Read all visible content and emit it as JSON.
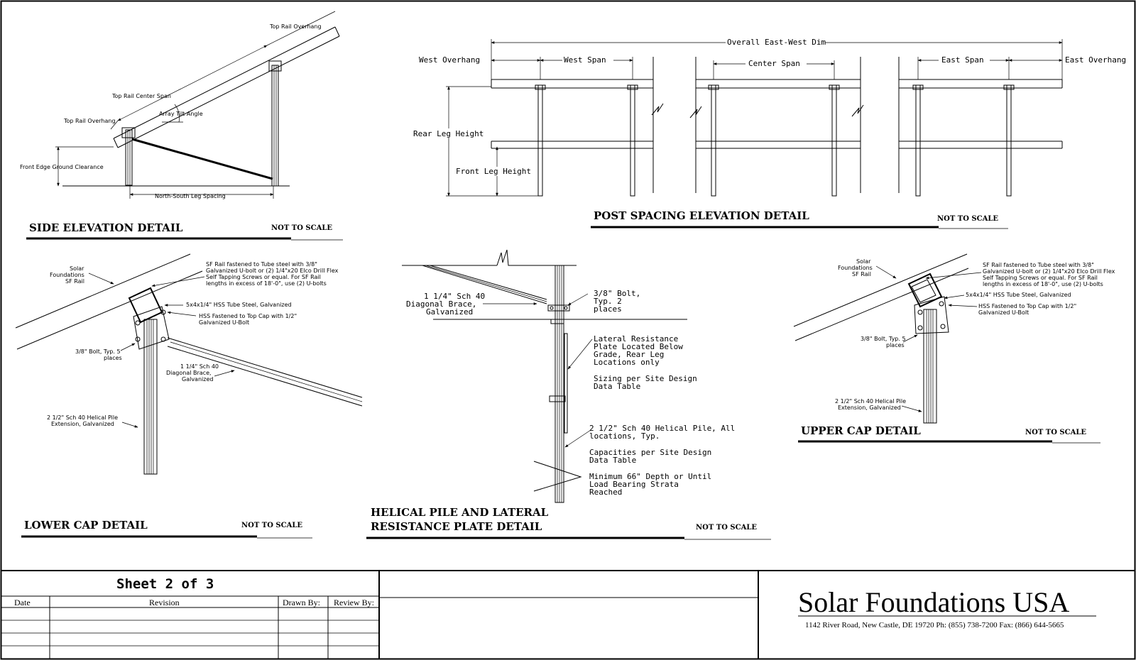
{
  "side_elevation": {
    "title": "SIDE ELEVATION DETAIL",
    "scale": "NOT TO SCALE",
    "labels": {
      "top_rail_overhang_top": "Top Rail Overhang",
      "top_rail_center_span": "Top Rail Center Span",
      "top_rail_overhang_bottom": "Top Rail Overhang",
      "array_tilt_angle": "Array Tilt Angle",
      "front_edge_ground_clearance": "Front Edge Ground Clearance",
      "north_south_leg_spacing": "North-South Leg Spacing"
    }
  },
  "post_spacing": {
    "title": "POST SPACING ELEVATION DETAIL",
    "scale": "NOT TO SCALE",
    "labels": {
      "overall": "Overall East-West Dim",
      "west_overhang": "West Overhang",
      "west_span": "West Span",
      "center_span": "Center Span",
      "east_span": "East Span",
      "east_overhang": "East Overhang",
      "rear_leg_height": "Rear Leg Height",
      "front_leg_height": "Front Leg Height"
    }
  },
  "lower_cap": {
    "title": "LOWER CAP DETAIL",
    "scale": "NOT TO SCALE",
    "labels": {
      "rail": [
        "Solar",
        "Foundations",
        "SF Rail"
      ],
      "fastening": [
        "SF Rail fastened to Tube steel with 3/8\"",
        "Galvanized U-bolt or (2) 1/4\"x20 Elco Drill Flex",
        "Self Tapping Screws or equal.  For SF Rail",
        "lengths in excess of 18'-0\", use (2) U-bolts"
      ],
      "hss_tube": "5x4x1/4\" HSS Tube Steel, Galvanized",
      "hss_fastened": [
        "HSS Fastened to Top Cap with 1/2\"",
        "Galvanized U-Bolt"
      ],
      "bolt": [
        "3/8\" Bolt, Typ. 5",
        "places"
      ],
      "brace": [
        "1 1/4\" Sch 40",
        "Diagonal Brace,",
        "Galvanized"
      ],
      "pile": [
        "2 1/2\" Sch 40 Helical Pile",
        "Extension, Galvanized"
      ]
    }
  },
  "helical_pile": {
    "title_line1": "HELICAL PILE AND LATERAL",
    "title_line2": "RESISTANCE PLATE DETAIL",
    "scale": "NOT TO SCALE",
    "labels": {
      "brace": [
        "1 1/4\" Sch 40",
        "Diagonal Brace,",
        "Galvanized"
      ],
      "bolt": [
        "3/8\" Bolt,",
        "Typ. 2",
        "places"
      ],
      "plate": [
        "Lateral Resistance",
        "Plate Located Below",
        "Grade, Rear Leg",
        "Locations only"
      ],
      "sizing": [
        "Sizing per Site Design",
        "Data Table"
      ],
      "pile": [
        "2 1/2\" Sch 40 Helical Pile, All",
        "locations, Typ."
      ],
      "capacities": [
        "Capacities per Site Design",
        "Data Table"
      ],
      "depth": [
        "Minimum 66\" Depth or Until",
        "Load Bearing Strata",
        "Reached"
      ]
    }
  },
  "upper_cap": {
    "title": "UPPER CAP DETAIL",
    "scale": "NOT TO SCALE",
    "labels": {
      "rail": [
        "Solar",
        "Foundations",
        "SF Rail"
      ],
      "fastening": [
        "SF Rail fastened to Tube steel with 3/8\"",
        "Galvanized U-bolt or (2) 1/4\"x20 Elco Drill Flex",
        "Self Tapping Screws or equal.  For SF Rail",
        "lengths in excess of 18'-0\", use (2) U-bolts"
      ],
      "hss_tube": "5x4x1/4\" HSS Tube Steel, Galvanized",
      "hss_fastened": [
        "HSS Fastened to Top Cap with 1/2\"",
        "Galvanized U-Bolt"
      ],
      "bolt": [
        "3/8\" Bolt, Typ. 5",
        "places"
      ],
      "pile": [
        "2 1/2\" Sch 40 Helical Pile",
        "Extension, Galvanized"
      ]
    }
  },
  "title_block": {
    "sheet": "Sheet 2 of 3",
    "columns": [
      "Date",
      "Revision",
      "Drawn By:",
      "Review By:"
    ],
    "company": "Solar Foundations USA",
    "address": "1142 River Road, New Castle, DE 19720  Ph: (855) 738-7200  Fax: (866) 644-5665"
  }
}
